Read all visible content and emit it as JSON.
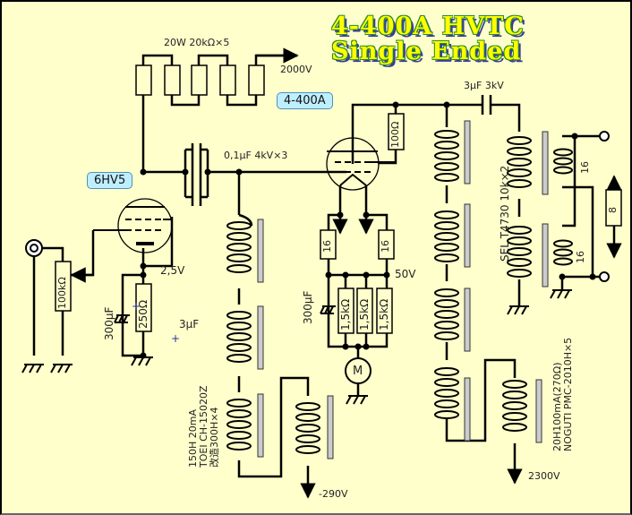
{
  "title": {
    "line1": "4-400A HVTC",
    "line2": "Single Ended"
  },
  "tubes": {
    "driver": "6HV5",
    "output": "4-400A"
  },
  "labels": {
    "plate_resistors": "20W 20kΩ×5",
    "b_plus": "2000V",
    "coupling_caps": "0,1μF 4kV×3",
    "cathode_voltage_driver": "2,5V",
    "input_pot": "100kΩ",
    "cathode_cap_driver": "300μF",
    "cathode_res_driver": "250Ω",
    "bypass_cap": "3μF",
    "choke_grid_line1": "150H 20mA",
    "choke_grid_line2": "TOEI CH-15020Z",
    "choke_grid_line3": "改造300H×4",
    "neg_bias": "-290V",
    "screen_res": "100Ω",
    "filament_res_a": "16",
    "filament_res_b": "16",
    "cathode_voltage_output": "50V",
    "cathode_cap_output": "300μF",
    "cathode_res_1": "1,5kΩ",
    "cathode_res_2": "1,5kΩ",
    "cathode_res_3": "1,5kΩ",
    "meter": "M",
    "output_cap": "3μF 3kV",
    "output_xfmr": "SEL T4730 10k×2",
    "sec_a": "16",
    "sec_b": "16",
    "load": "8",
    "plate_choke_line1": "20H100mA(270Ω)",
    "plate_choke_line2": "NOGUTI PMC-2010H×5",
    "hv_supply": "2300V",
    "plus_sign": "+"
  }
}
